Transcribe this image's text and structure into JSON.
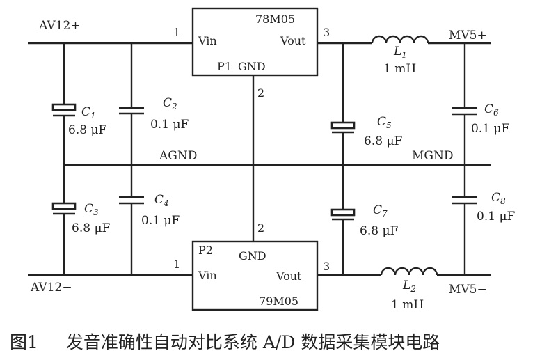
{
  "regulators": {
    "top": {
      "part": "78M05",
      "vin": "Vin",
      "vout": "Vout",
      "gnd": "GND",
      "name": "P1",
      "pin1": "1",
      "pin2": "2",
      "pin3": "3"
    },
    "bottom": {
      "part": "79M05",
      "vin": "Vin",
      "vout": "Vout",
      "gnd": "GND",
      "name": "P2",
      "pin1": "1",
      "pin2": "2",
      "pin3": "3"
    }
  },
  "nets": {
    "av_pos": "AV12+",
    "av_neg": "AV12−",
    "agnd": "AGND",
    "mgnd": "MGND",
    "mv_pos": "MV5+",
    "mv_neg": "MV5−"
  },
  "capacitors": [
    {
      "ref": "C",
      "sub": "1",
      "value": "6.8 μF"
    },
    {
      "ref": "C",
      "sub": "2",
      "value": "0.1 μF"
    },
    {
      "ref": "C",
      "sub": "3",
      "value": "6.8 μF"
    },
    {
      "ref": "C",
      "sub": "4",
      "value": "0.1 μF"
    },
    {
      "ref": "C",
      "sub": "5",
      "value": "6.8 μF"
    },
    {
      "ref": "C",
      "sub": "6",
      "value": "0.1 μF"
    },
    {
      "ref": "C",
      "sub": "7",
      "value": "6.8 μF"
    },
    {
      "ref": "C",
      "sub": "8",
      "value": "0.1 μF"
    }
  ],
  "inductors": [
    {
      "ref": "L",
      "sub": "1",
      "value": "1 mH"
    },
    {
      "ref": "L",
      "sub": "2",
      "value": "1 mH"
    }
  ],
  "caption": {
    "number": "图1",
    "text": "发音准确性自动对比系统 A/D 数据采集模块电路"
  }
}
